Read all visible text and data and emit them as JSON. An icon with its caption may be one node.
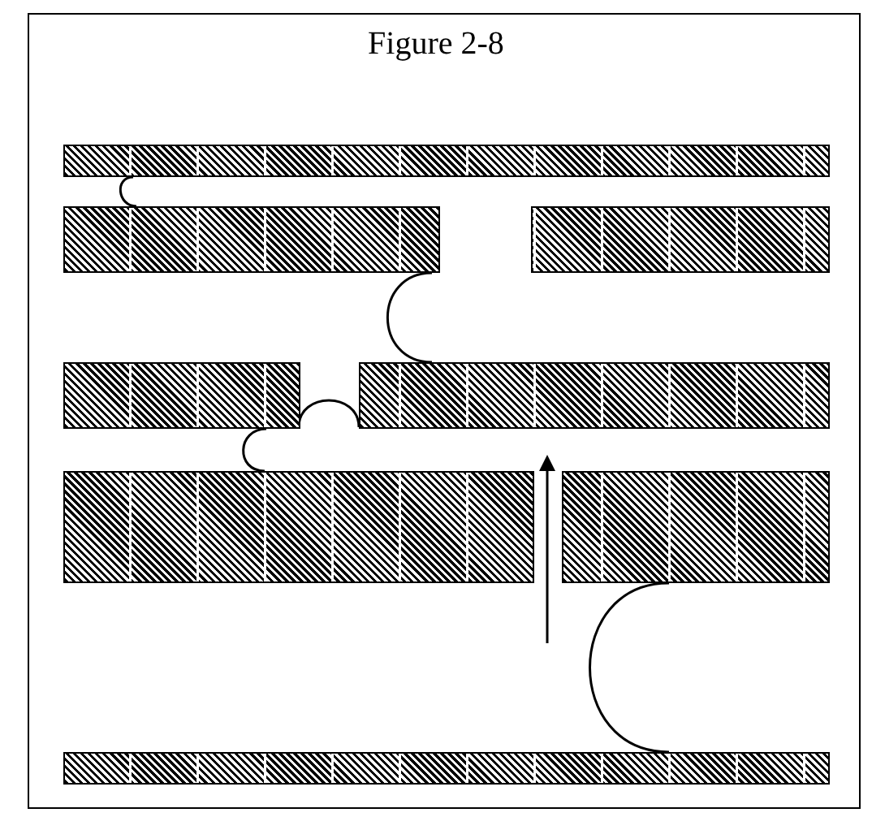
{
  "diagram": {
    "title": "Figure 2-8",
    "nodes": [
      {
        "text": [],
        "shape": "bar"
      },
      {
        "text": [],
        "shape": "bar"
      },
      {
        "text": [],
        "shape": "bar"
      },
      {
        "text": [],
        "shape": "bar"
      },
      {
        "text": [],
        "shape": "bar"
      },
      {
        "text": [],
        "shape": "bar"
      },
      {
        "text": [],
        "shape": "bar"
      },
      {
        "text": [],
        "shape": "bar"
      }
    ],
    "edges": [
      {
        "from": 0,
        "to": 1,
        "arrow": "none"
      },
      {
        "from": 1,
        "to": 4,
        "arrow": "none"
      },
      {
        "from": 3,
        "to": 4,
        "arrow": "none"
      },
      {
        "from": 3,
        "to": 5,
        "arrow": "none"
      },
      {
        "from": 6,
        "to": 7,
        "arrow": "none"
      }
    ]
  }
}
